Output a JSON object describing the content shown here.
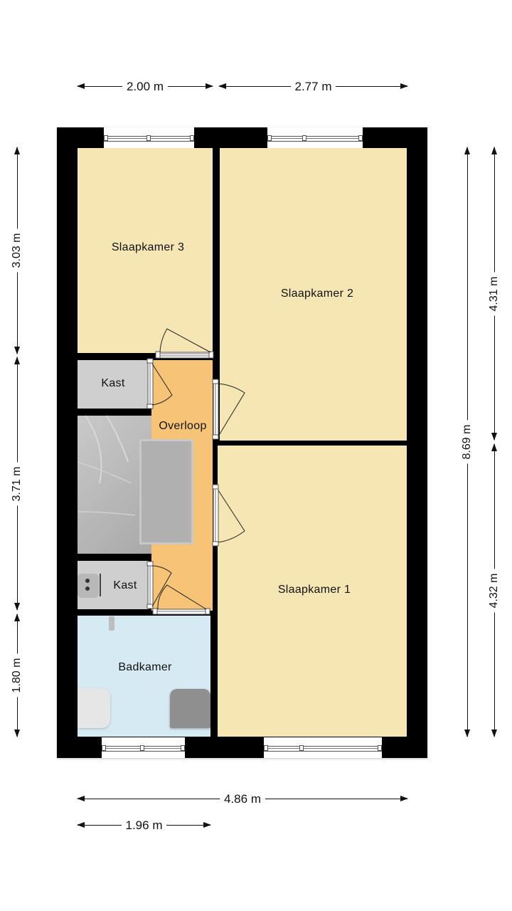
{
  "floorplan": {
    "rooms": [
      {
        "id": "slaapkamer-3",
        "label": "Slaapkamer 3",
        "color": "#f5e6b3"
      },
      {
        "id": "slaapkamer-2",
        "label": "Slaapkamer 2",
        "color": "#f5e6b3"
      },
      {
        "id": "slaapkamer-1",
        "label": "Slaapkamer 1",
        "color": "#f5e6b3"
      },
      {
        "id": "kast-top",
        "label": "Kast",
        "color": "#cfcfcf"
      },
      {
        "id": "kast-bottom",
        "label": "Kast",
        "color": "#cfcfcf"
      },
      {
        "id": "overloop",
        "label": "Overloop",
        "color": "#f7c477"
      },
      {
        "id": "badkamer",
        "label": "Badkamer",
        "color": "#d5eaf2"
      }
    ],
    "dimensions": {
      "top": [
        "2.00 m",
        "2.77 m"
      ],
      "bottom_total": "4.86 m",
      "bottom_partial": "1.96 m",
      "left": [
        "3.03 m",
        "3.71 m",
        "1.80 m"
      ],
      "right_total": "8.69 m",
      "right": [
        "4.31 m",
        "4.32 m"
      ]
    },
    "colors": {
      "wall": "#000000",
      "bedroom": "#f5e6b3",
      "landing": "#f7c477",
      "storage": "#cfcfcf",
      "bathroom": "#d5eaf2",
      "stairs": "#b5b5b5"
    }
  }
}
